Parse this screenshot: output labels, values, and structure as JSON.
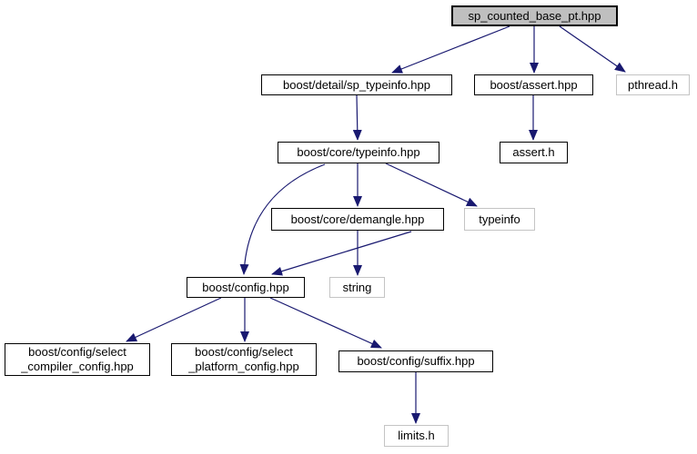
{
  "graph": {
    "description": "include dependency graph",
    "colors": {
      "edge": "#191970",
      "node_border": "#000000",
      "external_border": "#c4c4c4",
      "root_fill": "#bfbfbf",
      "node_fill": "#ffffff",
      "text": "#000000",
      "background": "#ffffff"
    },
    "nodes": [
      {
        "id": "root",
        "label": "sp_counted_base_pt.hpp",
        "kind": "root"
      },
      {
        "id": "sp_typeinfo",
        "label": "boost/detail/sp_typeinfo.hpp",
        "kind": "internal"
      },
      {
        "id": "assert_hpp",
        "label": "boost/assert.hpp",
        "kind": "internal"
      },
      {
        "id": "pthread_h",
        "label": "pthread.h",
        "kind": "external"
      },
      {
        "id": "core_typeinfo",
        "label": "boost/core/typeinfo.hpp",
        "kind": "internal"
      },
      {
        "id": "assert_h",
        "label": "assert.h",
        "kind": "internal"
      },
      {
        "id": "demangle",
        "label": "boost/core/demangle.hpp",
        "kind": "internal"
      },
      {
        "id": "typeinfo_std",
        "label": "typeinfo",
        "kind": "external"
      },
      {
        "id": "config_hpp",
        "label": "boost/config.hpp",
        "kind": "internal"
      },
      {
        "id": "string_std",
        "label": "string",
        "kind": "external"
      },
      {
        "id": "select_compiler",
        "label": "boost/config/select\n_compiler_config.hpp",
        "kind": "internal"
      },
      {
        "id": "select_platform",
        "label": "boost/config/select\n_platform_config.hpp",
        "kind": "internal"
      },
      {
        "id": "suffix_hpp",
        "label": "boost/config/suffix.hpp",
        "kind": "internal"
      },
      {
        "id": "limits_h",
        "label": "limits.h",
        "kind": "external"
      }
    ],
    "edges": [
      {
        "from": "sp_counted_base_pt.hpp",
        "to": "boost/detail/sp_typeinfo.hpp"
      },
      {
        "from": "sp_counted_base_pt.hpp",
        "to": "boost/assert.hpp"
      },
      {
        "from": "sp_counted_base_pt.hpp",
        "to": "pthread.h"
      },
      {
        "from": "boost/assert.hpp",
        "to": "assert.h"
      },
      {
        "from": "boost/detail/sp_typeinfo.hpp",
        "to": "boost/core/typeinfo.hpp"
      },
      {
        "from": "boost/core/typeinfo.hpp",
        "to": "boost/core/demangle.hpp"
      },
      {
        "from": "boost/core/typeinfo.hpp",
        "to": "typeinfo"
      },
      {
        "from": "boost/core/typeinfo.hpp",
        "to": "boost/config.hpp"
      },
      {
        "from": "boost/core/demangle.hpp",
        "to": "boost/config.hpp"
      },
      {
        "from": "boost/core/demangle.hpp",
        "to": "string"
      },
      {
        "from": "boost/config.hpp",
        "to": "boost/config/select_compiler_config.hpp"
      },
      {
        "from": "boost/config.hpp",
        "to": "boost/config/select_platform_config.hpp"
      },
      {
        "from": "boost/config.hpp",
        "to": "boost/config/suffix.hpp"
      },
      {
        "from": "boost/config/suffix.hpp",
        "to": "limits.h"
      }
    ]
  }
}
